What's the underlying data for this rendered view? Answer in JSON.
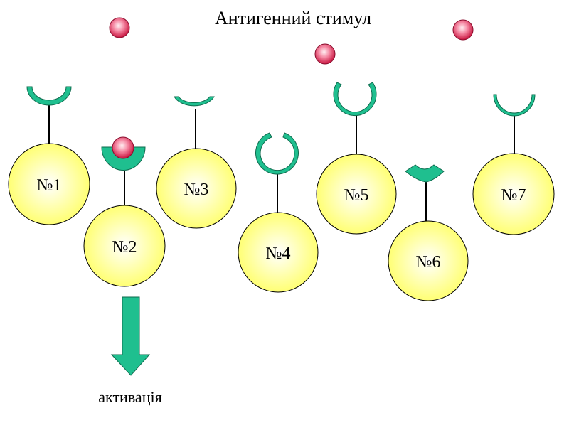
{
  "title": "Антигенний стимул",
  "activation_label": "активація",
  "colors": {
    "receptor": "#1fbf8f",
    "receptor_stroke": "#0e6b4e",
    "cell_fill_center": "#ffffff",
    "cell_fill_edge": "#ffff66",
    "antigen_center": "#ffe0e6",
    "antigen_edge": "#d81b4a",
    "arrow": "#1fbf8f"
  },
  "cells": [
    {
      "id": "cell-1",
      "label": "№1",
      "receptor_shape": "shallow-cup"
    },
    {
      "id": "cell-2",
      "label": "№2",
      "receptor_shape": "bowl-with-bound-antigen"
    },
    {
      "id": "cell-3",
      "label": "№3",
      "receptor_shape": "flat-arc"
    },
    {
      "id": "cell-4",
      "label": "№4",
      "receptor_shape": "open-ring-top"
    },
    {
      "id": "cell-5",
      "label": "№5",
      "receptor_shape": "deep-cup"
    },
    {
      "id": "cell-6",
      "label": "№6",
      "receptor_shape": "notched-wedge"
    },
    {
      "id": "cell-7",
      "label": "№7",
      "receptor_shape": "wide-cup"
    }
  ],
  "free_antigen_count": 3
}
